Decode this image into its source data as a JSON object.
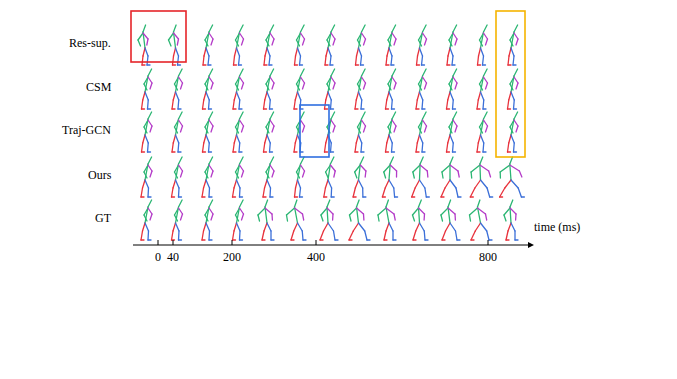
{
  "diagram": {
    "labels": [
      "Res-sup.",
      "CSM",
      "Traj-GCN",
      "Ours",
      "GT",
      "0",
      "40",
      "200",
      "400",
      "800",
      "time (ms)"
    ]
  }
}
